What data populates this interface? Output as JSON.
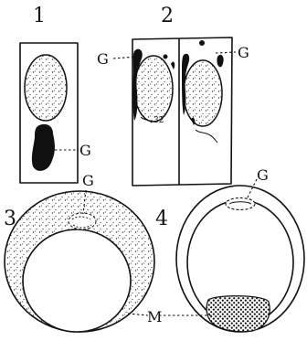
{
  "figures": [
    {
      "number": "1"
    },
    {
      "number": "2"
    },
    {
      "number": "3"
    },
    {
      "number": "4"
    }
  ],
  "labels": {
    "golgi": "G",
    "mitochondria": "M"
  }
}
